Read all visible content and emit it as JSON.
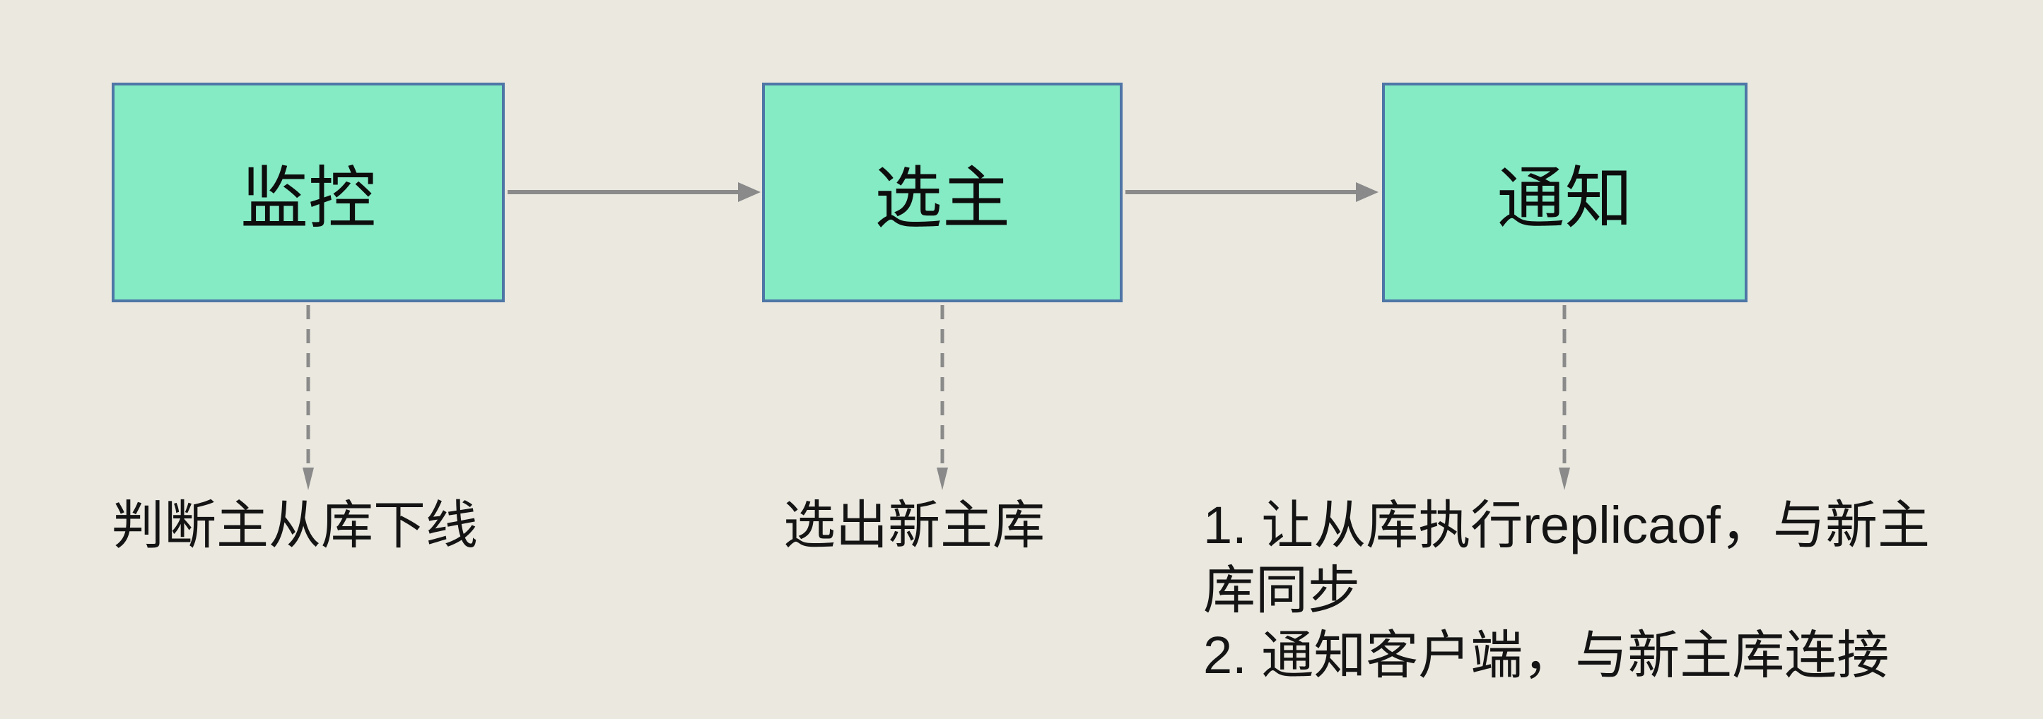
{
  "palette": {
    "background": "#EAE8DF",
    "box_fill": "#85EBC5",
    "box_border": "#4E76A6",
    "arrow": "#8A8A8A",
    "text": "#141414"
  },
  "boxes": [
    {
      "label": "监控"
    },
    {
      "label": "选主"
    },
    {
      "label": "通知"
    }
  ],
  "notes": [
    {
      "lines": [
        "判断主从库下线"
      ]
    },
    {
      "lines": [
        "选出新主库"
      ]
    },
    {
      "lines": [
        "1. 让从库执行replicaof，与新主",
        "库同步",
        "2. 通知客户端，与新主库连接"
      ]
    }
  ]
}
